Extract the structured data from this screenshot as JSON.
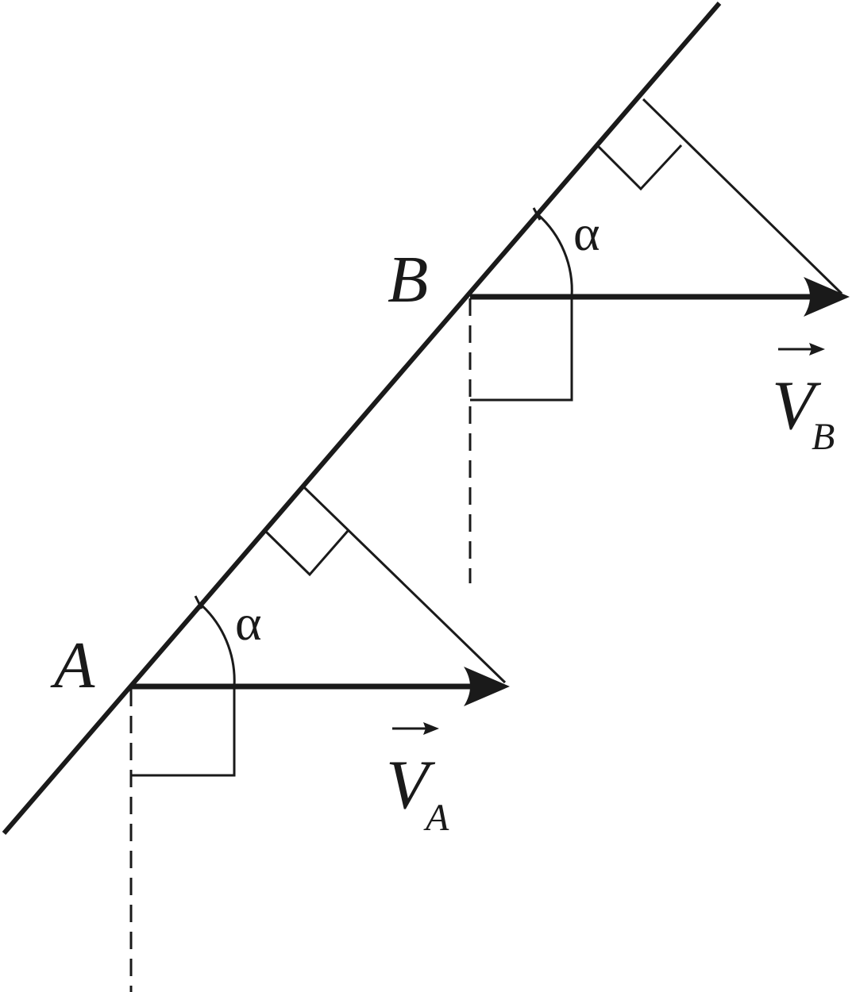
{
  "colors": {
    "ink": "#1a1a1a",
    "background": "#ffffff"
  },
  "labels": {
    "point_a": "A",
    "point_b": "B",
    "angle_a": "α",
    "angle_b": "α",
    "vector_a_main": "V",
    "vector_a_sub": "A",
    "vector_b_main": "V",
    "vector_b_sub": "B"
  }
}
